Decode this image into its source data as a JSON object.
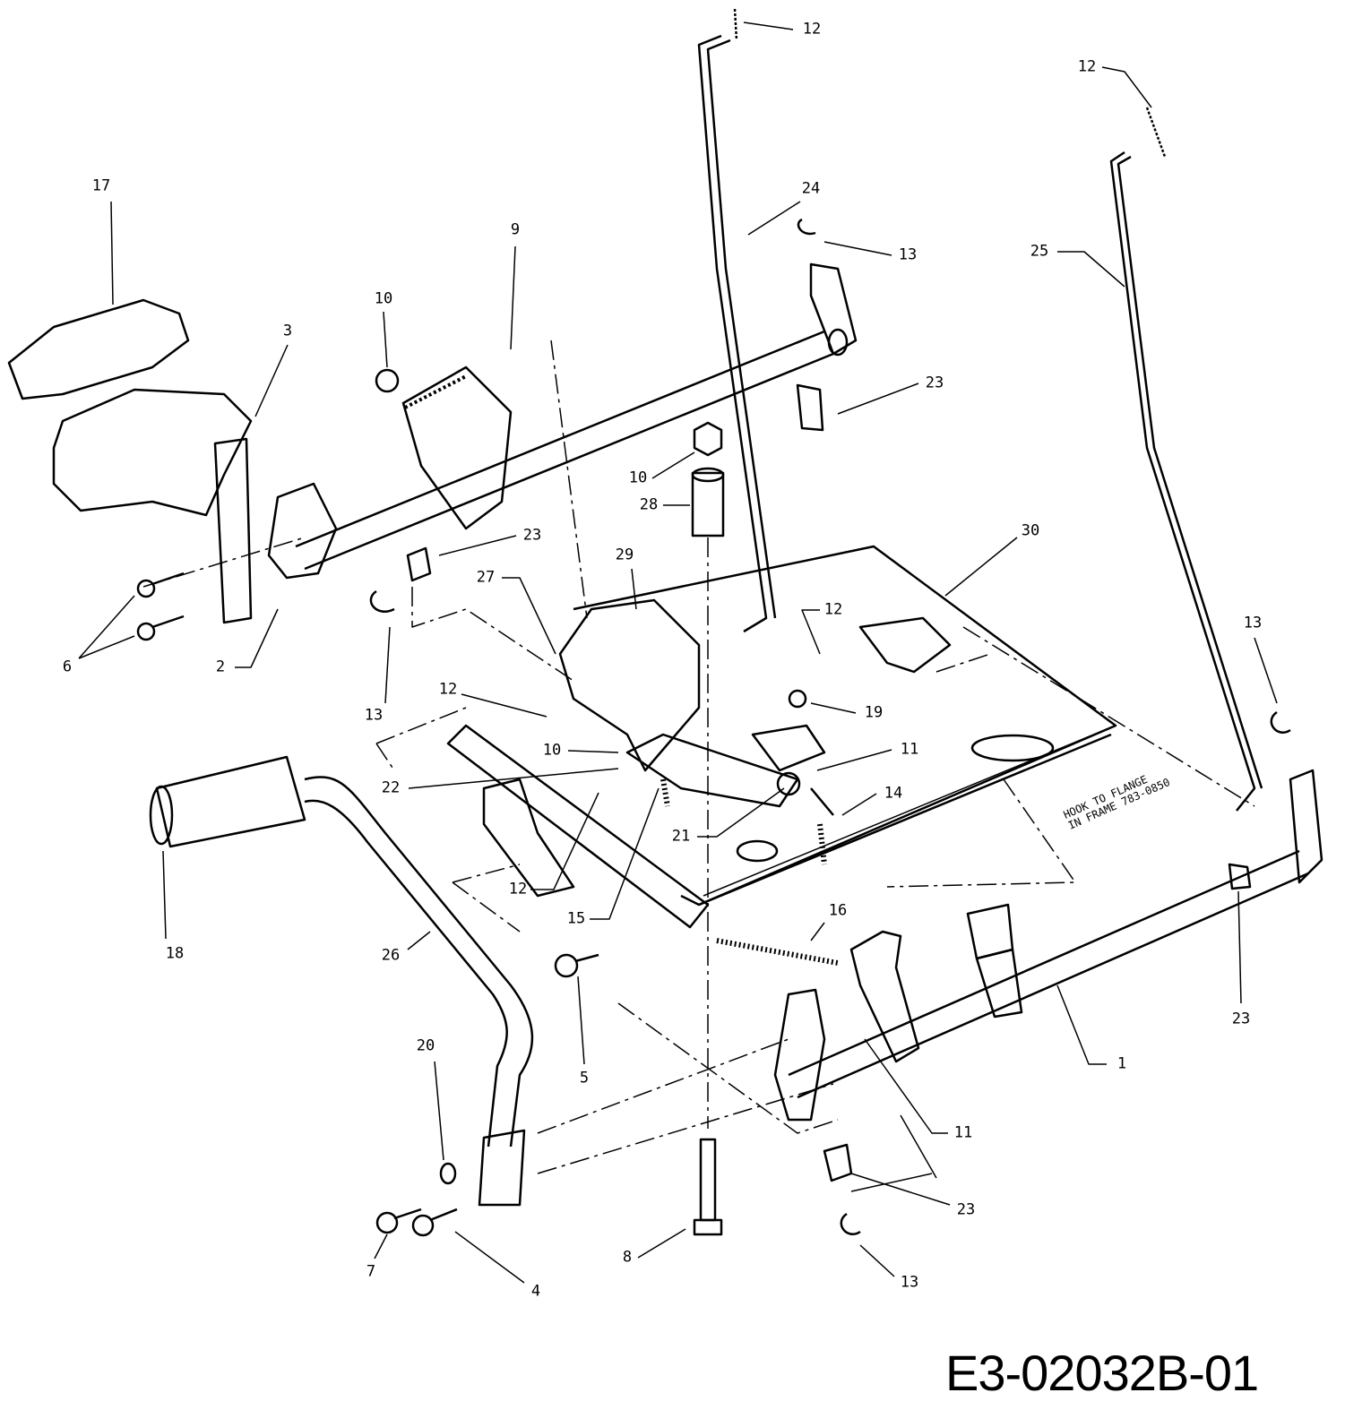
{
  "diagram": {
    "drawing_code": "E3-02032B-01",
    "note_line1": "HOOK TO FLANGE",
    "note_line2": "IN FRAME 783-0850",
    "callouts": [
      "12",
      "12",
      "17",
      "24",
      "9",
      "13",
      "25",
      "3",
      "10",
      "23",
      "10",
      "28",
      "30",
      "23",
      "27",
      "29",
      "12",
      "13",
      "6",
      "2",
      "12",
      "13",
      "19",
      "10",
      "11",
      "22",
      "14",
      "21",
      "12",
      "15",
      "16",
      "18",
      "26",
      "23",
      "1",
      "5",
      "20",
      "11",
      "23",
      "8",
      "7",
      "4",
      "13"
    ]
  }
}
